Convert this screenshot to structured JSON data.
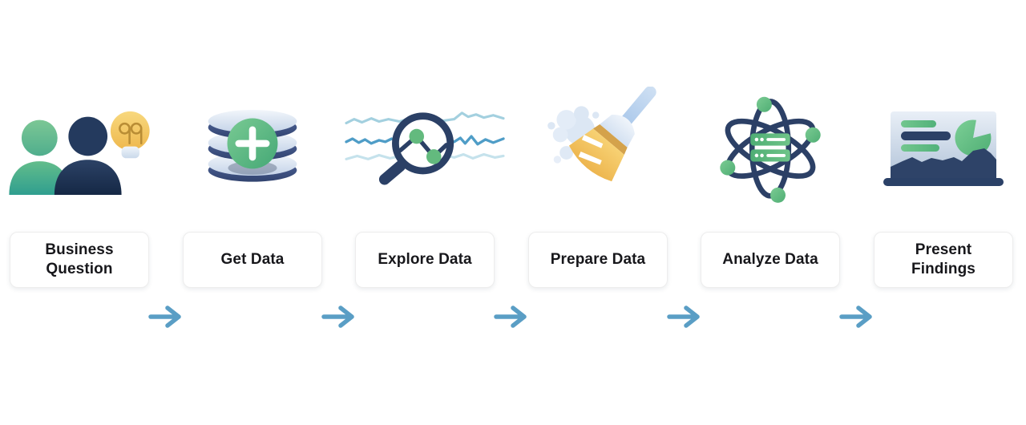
{
  "diagram": {
    "kind": "process-flow",
    "steps": [
      {
        "label": "Business\nQuestion",
        "icon": "people-idea-icon"
      },
      {
        "label": "Get Data",
        "icon": "database-add-icon"
      },
      {
        "label": "Explore Data",
        "icon": "magnifier-chart-icon"
      },
      {
        "label": "Prepare Data",
        "icon": "broom-clean-icon"
      },
      {
        "label": "Analyze Data",
        "icon": "atom-server-icon"
      },
      {
        "label": "Present\nFindings",
        "icon": "laptop-charts-icon"
      }
    ],
    "connector": {
      "icon": "right-arrow-icon",
      "count": 5,
      "color": "#5a9ec5"
    },
    "palette": {
      "navy": "#2c4066",
      "green": "#5cbb80",
      "teal": "#36a08f",
      "gold": "#f2c55e",
      "gold_dark": "#d4a24b",
      "light_blue": "#aecdec",
      "cloud_blue": "#dce7f4",
      "line_light": "#a3d0df",
      "line_mid": "#4f9dc7",
      "line_pale": "#c5e2ec",
      "card_bg": "#ffffff",
      "text": "#17171b"
    }
  }
}
